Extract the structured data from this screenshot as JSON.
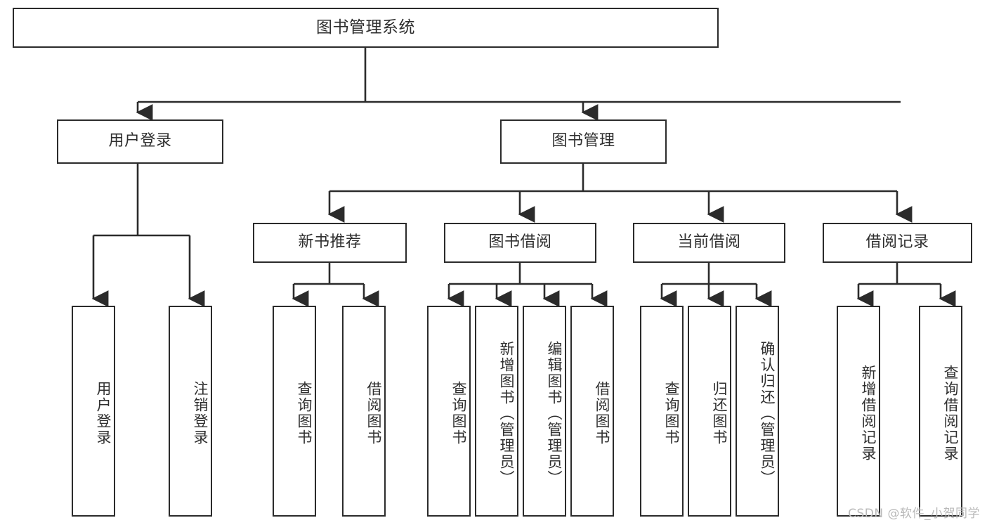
{
  "diagram": {
    "title": "图书管理系统",
    "type": "tree-hierarchy-diagram",
    "watermark": "CSDN @软件_小贺同学",
    "colors": {
      "border": "#2b2b2b",
      "text": "#2f2f2f",
      "background": "#ffffff",
      "watermark": "#b9b9b9"
    },
    "nodes": {
      "root": {
        "label": "图书管理系统"
      },
      "level1": [
        {
          "id": "user-login",
          "label": "用户登录"
        },
        {
          "id": "book-manage",
          "label": "图书管理"
        }
      ],
      "level2": [
        {
          "id": "new-book-recommend",
          "label": "新书推荐"
        },
        {
          "id": "book-borrow",
          "label": "图书借阅"
        },
        {
          "id": "current-borrow",
          "label": "当前借阅"
        },
        {
          "id": "borrow-record",
          "label": "借阅记录"
        }
      ],
      "leaves": {
        "user-login": [
          {
            "id": "leaf-user-login",
            "label": "用户登录"
          },
          {
            "id": "leaf-logout",
            "label": "注销登录"
          }
        ],
        "new-book-recommend": [
          {
            "id": "leaf-query-book-1",
            "label": "查询图书"
          },
          {
            "id": "leaf-borrow-book-1",
            "label": "借阅图书"
          }
        ],
        "book-borrow": [
          {
            "id": "leaf-query-book-2",
            "label": "查询图书"
          },
          {
            "id": "leaf-add-book",
            "label": "新增图书（管理员）"
          },
          {
            "id": "leaf-edit-book",
            "label": "编辑图书（管理员）"
          },
          {
            "id": "leaf-borrow-book-2",
            "label": "借阅图书"
          }
        ],
        "current-borrow": [
          {
            "id": "leaf-query-book-3",
            "label": "查询图书"
          },
          {
            "id": "leaf-return-book",
            "label": "归还图书"
          },
          {
            "id": "leaf-confirm-return",
            "label": "确认归还（管理员）"
          }
        ],
        "borrow-record": [
          {
            "id": "leaf-add-record",
            "label": "新增借阅记录"
          },
          {
            "id": "leaf-query-record",
            "label": "查询借阅记录"
          }
        ]
      }
    }
  }
}
